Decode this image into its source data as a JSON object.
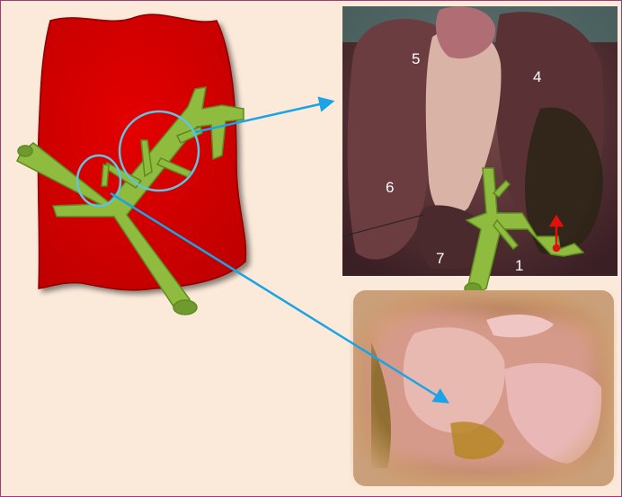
{
  "segment_labels": [
    "5",
    "4",
    "6",
    "7",
    "1"
  ],
  "colors": {
    "background": "#fbe9d9",
    "frame": "#9b3d7a",
    "liver": "#dc0000",
    "portal_vein": "#8fbc3e",
    "callout": "#62c3e0",
    "arrow": "#1aa3e6",
    "marker": "#e01010"
  },
  "icons": [
    "liver-schematic",
    "portal-vein-tree",
    "liver-specimen-photo",
    "operative-field-photo",
    "arrow-icon"
  ]
}
